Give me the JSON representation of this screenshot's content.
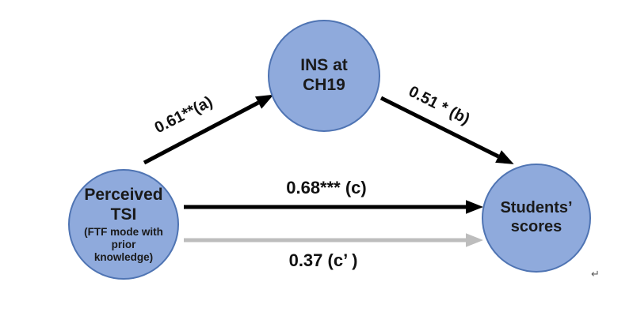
{
  "nodes": {
    "mediator": {
      "label": "INS at CH19"
    },
    "predictor": {
      "label": "Perceived TSI",
      "sublabel": "(FTF mode with prior knowledge)"
    },
    "outcome": {
      "label": "Students’ scores"
    }
  },
  "paths": {
    "a": {
      "label": "0.61**(a)"
    },
    "b": {
      "label": "0.51 * (b)"
    },
    "c": {
      "label": "0.68*** (c)"
    },
    "c_prime": {
      "label": "0.37 (c’ )"
    }
  },
  "marks": {
    "return_mark": "↵"
  },
  "colors": {
    "node_fill": "#8faadc",
    "node_border": "#4f74b3",
    "arrow_direct": "#000000",
    "arrow_direct_controlled": "#bdbdbd",
    "text": "#111111",
    "background": "#ffffff"
  }
}
